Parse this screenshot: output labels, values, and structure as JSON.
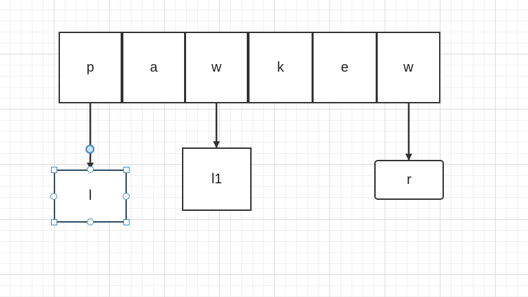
{
  "array": {
    "cells": [
      {
        "label": "p"
      },
      {
        "label": "a"
      },
      {
        "label": "w"
      },
      {
        "label": "k"
      },
      {
        "label": "e"
      },
      {
        "label": "w"
      }
    ]
  },
  "nodes": {
    "left_window": {
      "label": "l",
      "selected": true
    },
    "second": {
      "label": "l1"
    },
    "right_window": {
      "label": "r"
    }
  },
  "colors": {
    "stroke": "#333333",
    "selection": "#3d87c4",
    "grid_major": "#dcdcdc",
    "grid_minor": "#f0f0f0"
  }
}
